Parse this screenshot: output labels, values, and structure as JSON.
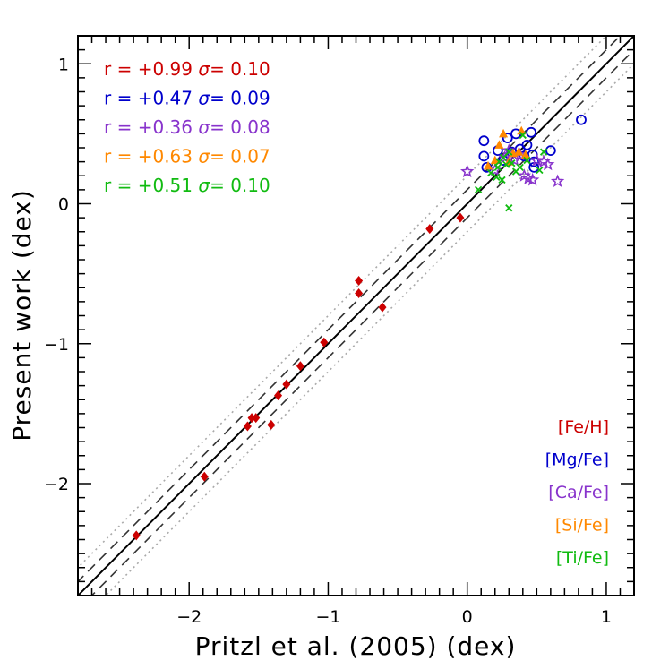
{
  "chart_data": {
    "type": "scatter",
    "xlabel": "Pritzl et al. (2005) (dex)",
    "ylabel": "Present work (dex)",
    "xlim": [
      -2.8,
      1.2
    ],
    "ylim": [
      -2.8,
      1.2
    ],
    "x_ticks": [
      -2,
      -1,
      0,
      1
    ],
    "y_ticks": [
      -2,
      -1,
      0,
      1
    ],
    "x_tick_labels": [
      "−2",
      "−1",
      "0",
      "1"
    ],
    "y_tick_labels": [
      "−2",
      "−1",
      "0",
      "1"
    ],
    "grid": false,
    "legend_position": "bottom-right",
    "reference_lines": [
      {
        "kind": "one-to-one",
        "offset": 0.0,
        "style": "solid",
        "color": "#000000"
      },
      {
        "kind": "offset",
        "offset": 0.1,
        "style": "dashed",
        "color": "#333333"
      },
      {
        "kind": "offset",
        "offset": -0.1,
        "style": "dashed",
        "color": "#333333"
      },
      {
        "kind": "offset",
        "offset": 0.2,
        "style": "dotted",
        "color": "#aaaaaa"
      },
      {
        "kind": "offset",
        "offset": -0.2,
        "style": "dotted",
        "color": "#aaaaaa"
      }
    ],
    "stats": [
      {
        "r_label": "r",
        "equals": "=",
        "r": "+0.99",
        "sigma_label": "σ",
        "sigma_equals": "=",
        "sigma": "0.10",
        "color": "#cc0000"
      },
      {
        "r_label": "r",
        "equals": "=",
        "r": "+0.47",
        "sigma_label": "σ",
        "sigma_equals": "=",
        "sigma": "0.09",
        "color": "#0000cc"
      },
      {
        "r_label": "r",
        "equals": "=",
        "r": "+0.36",
        "sigma_label": "σ",
        "sigma_equals": "=",
        "sigma": "0.08",
        "color": "#8833cc"
      },
      {
        "r_label": "r",
        "equals": "=",
        "r": "+0.63",
        "sigma_label": "σ",
        "sigma_equals": "=",
        "sigma": "0.07",
        "color": "#ff8800"
      },
      {
        "r_label": "r",
        "equals": "=",
        "r": "+0.51",
        "sigma_label": "σ",
        "sigma_equals": "=",
        "sigma": "0.10",
        "color": "#11bb11"
      }
    ],
    "series": [
      {
        "name": "[Fe/H]",
        "color": "#cc0000",
        "marker": "diamond",
        "points": [
          [
            -2.38,
            -2.37
          ],
          [
            -1.89,
            -1.95
          ],
          [
            -1.58,
            -1.59
          ],
          [
            -1.55,
            -1.53
          ],
          [
            -1.52,
            -1.53
          ],
          [
            -1.41,
            -1.58
          ],
          [
            -1.36,
            -1.37
          ],
          [
            -1.3,
            -1.29
          ],
          [
            -1.2,
            -1.16
          ],
          [
            -1.03,
            -0.99
          ],
          [
            -0.78,
            -0.55
          ],
          [
            -0.78,
            -0.64
          ],
          [
            -0.61,
            -0.74
          ],
          [
            -0.27,
            -0.18
          ],
          [
            -0.05,
            -0.1
          ]
        ]
      },
      {
        "name": "[Mg/Fe]",
        "color": "#0000cc",
        "marker": "circle",
        "points": [
          [
            0.12,
            0.45
          ],
          [
            0.12,
            0.34
          ],
          [
            0.14,
            0.26
          ],
          [
            0.22,
            0.38
          ],
          [
            0.26,
            0.31
          ],
          [
            0.29,
            0.47
          ],
          [
            0.32,
            0.37
          ],
          [
            0.35,
            0.5
          ],
          [
            0.38,
            0.39
          ],
          [
            0.41,
            0.34
          ],
          [
            0.43,
            0.42
          ],
          [
            0.46,
            0.51
          ],
          [
            0.47,
            0.35
          ],
          [
            0.48,
            0.3
          ],
          [
            0.48,
            0.26
          ],
          [
            0.6,
            0.38
          ],
          [
            0.82,
            0.6
          ]
        ]
      },
      {
        "name": "[Ca/Fe]",
        "color": "#8833cc",
        "marker": "star",
        "points": [
          [
            0.0,
            0.23
          ],
          [
            0.2,
            0.24
          ],
          [
            0.27,
            0.33
          ],
          [
            0.3,
            0.38
          ],
          [
            0.34,
            0.31
          ],
          [
            0.38,
            0.35
          ],
          [
            0.41,
            0.2
          ],
          [
            0.44,
            0.18
          ],
          [
            0.47,
            0.17
          ],
          [
            0.5,
            0.31
          ],
          [
            0.55,
            0.3
          ],
          [
            0.58,
            0.28
          ],
          [
            0.65,
            0.16
          ]
        ]
      },
      {
        "name": "[Si/Fe]",
        "color": "#ff8800",
        "marker": "triangle",
        "points": [
          [
            0.15,
            0.27
          ],
          [
            0.2,
            0.31
          ],
          [
            0.23,
            0.42
          ],
          [
            0.26,
            0.5
          ],
          [
            0.3,
            0.3
          ],
          [
            0.33,
            0.36
          ],
          [
            0.37,
            0.37
          ],
          [
            0.39,
            0.52
          ],
          [
            0.42,
            0.35
          ]
        ]
      },
      {
        "name": "[Ti/Fe]",
        "color": "#11bb11",
        "marker": "cross",
        "points": [
          [
            0.08,
            0.1
          ],
          [
            0.17,
            0.22
          ],
          [
            0.21,
            0.19
          ],
          [
            0.22,
            0.26
          ],
          [
            0.23,
            0.3
          ],
          [
            0.25,
            0.17
          ],
          [
            0.26,
            0.33
          ],
          [
            0.28,
            0.28
          ],
          [
            0.3,
            0.37
          ],
          [
            0.3,
            -0.03
          ],
          [
            0.32,
            0.29
          ],
          [
            0.35,
            0.23
          ],
          [
            0.38,
            0.26
          ],
          [
            0.4,
            0.49
          ],
          [
            0.43,
            0.31
          ],
          [
            0.52,
            0.24
          ],
          [
            0.55,
            0.37
          ]
        ]
      }
    ]
  }
}
